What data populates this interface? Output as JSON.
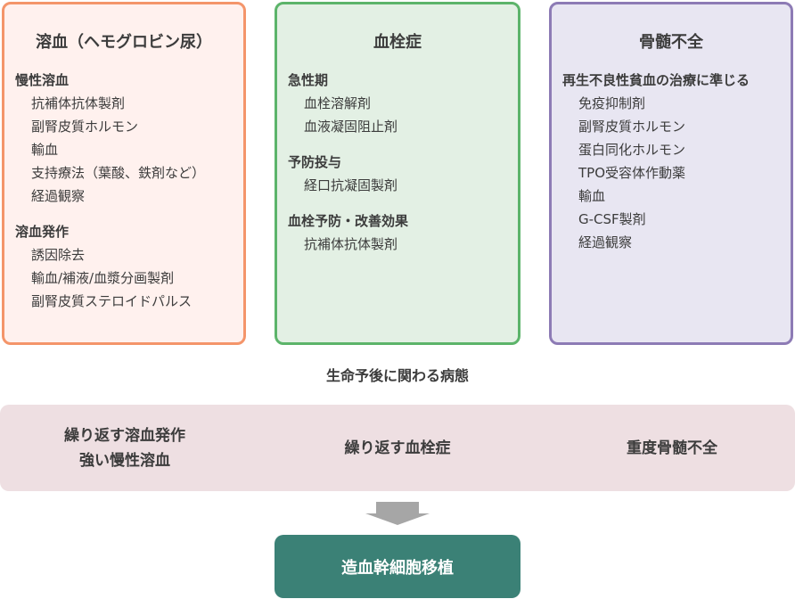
{
  "boxes": [
    {
      "title": "溶血（ヘモグロビン尿）",
      "sections": [
        {
          "heading": "慢性溶血",
          "items": [
            "抗補体抗体製剤",
            "副腎皮質ホルモン",
            "輸血",
            "支持療法（葉酸、鉄剤など）",
            "経過観察"
          ]
        },
        {
          "heading": "溶血発作",
          "items": [
            "誘因除去",
            "輸血/補液/血漿分画製剤",
            "副腎皮質ステロイドパルス"
          ]
        }
      ]
    },
    {
      "title": "血栓症",
      "sections": [
        {
          "heading": "急性期",
          "items": [
            "血栓溶解剤",
            "血液凝固阻止剤"
          ]
        },
        {
          "heading": "予防投与",
          "items": [
            "経口抗凝固製剤"
          ]
        },
        {
          "heading": "血栓予防・改善効果",
          "items": [
            "抗補体抗体製剤"
          ]
        }
      ]
    },
    {
      "title": "骨髄不全",
      "sections": [
        {
          "heading": "再生不良性貧血の治療に準じる",
          "items": [
            "免疫抑制剤",
            "副腎皮質ホルモン",
            "蛋白同化ホルモン",
            "TPO受容体作動薬",
            "輸血",
            "G-CSF製剤",
            "経過観察"
          ]
        }
      ]
    }
  ],
  "caption": "生命予後に関わる病態",
  "band": {
    "c1a": "繰り返す溶血発作",
    "c1b": "強い慢性溶血",
    "c2": "繰り返す血栓症",
    "c3": "重度骨髄不全"
  },
  "result": "造血幹細胞移植"
}
